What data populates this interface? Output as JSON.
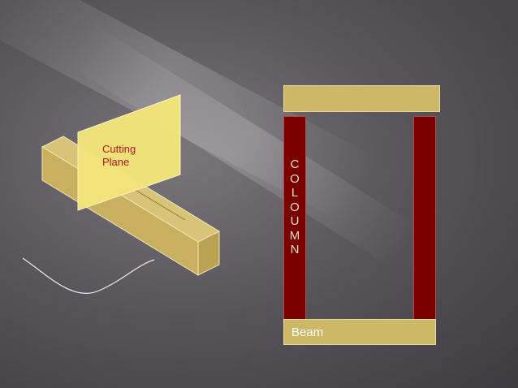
{
  "cutting_plane": {
    "label_line1": "Cutting",
    "label_line2": "Plane"
  },
  "frame": {
    "column_letters": [
      "C",
      "O",
      "L",
      "O",
      "U",
      "M",
      "N"
    ],
    "bottom_beam_label": "Beam"
  },
  "colors": {
    "beam": "#cdb867",
    "column": "#7a0000",
    "label_red": "#b01818",
    "background": "#5a575c"
  }
}
